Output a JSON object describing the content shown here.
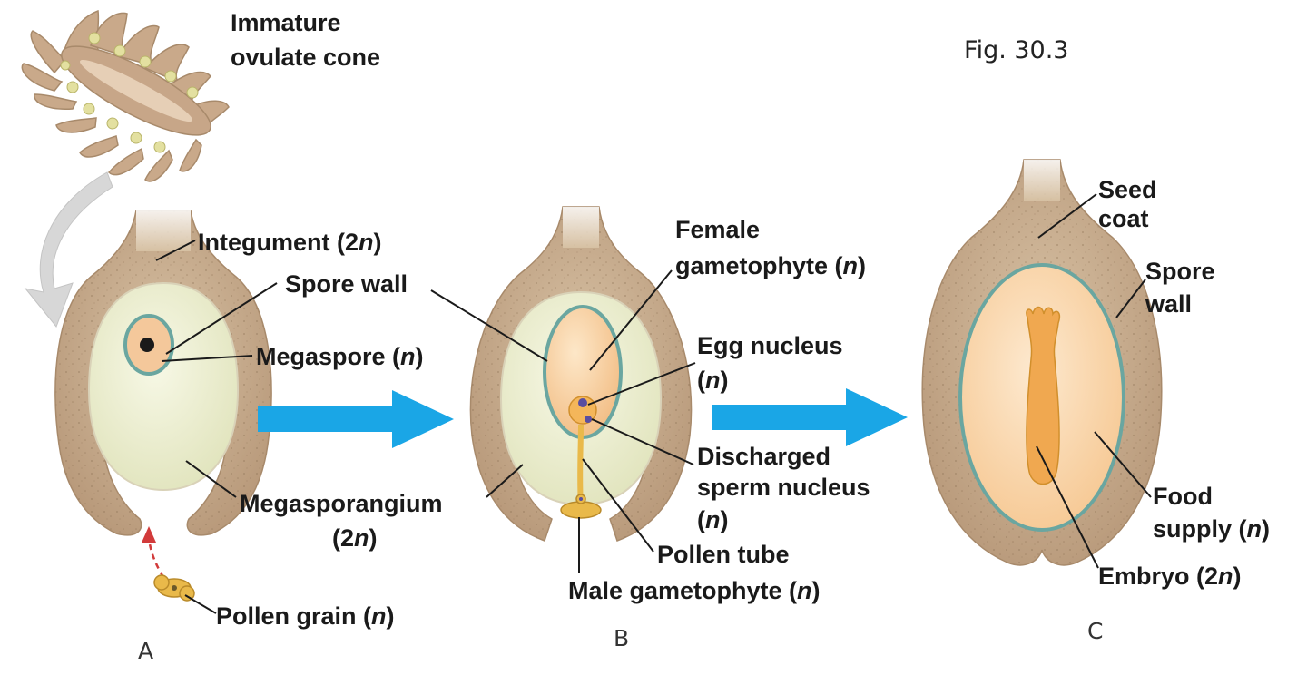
{
  "figure_label": "Fig. 30.3",
  "panels": {
    "a": {
      "letter": "A",
      "cone_label": [
        "Immature",
        "ovulate cone"
      ],
      "integument": {
        "text": "Integument (2",
        "n": "n",
        "close": ")"
      },
      "spore_wall": "Spore wall",
      "megaspore": {
        "text": "Megaspore (",
        "n": "n",
        "close": ")"
      },
      "megasporangium": {
        "line1": "Megasporangium",
        "line2_open": "(2",
        "n": "n",
        "close": ")"
      },
      "pollen_grain": {
        "text": "Pollen grain (",
        "n": "n",
        "close": ")"
      }
    },
    "b": {
      "letter": "B",
      "female_gametophyte": {
        "line1": "Female",
        "line2": "gametophyte (",
        "n": "n",
        "close": ")"
      },
      "egg_nucleus": {
        "line1": "Egg nucleus",
        "open": "(",
        "n": "n",
        "close": ")"
      },
      "discharged_sperm": {
        "line1": "Discharged",
        "line2": "sperm nucleus",
        "open": "(",
        "n": "n",
        "close": ")"
      },
      "pollen_tube": "Pollen tube",
      "male_gametophyte": {
        "text": "Male gametophyte (",
        "n": "n",
        "close": ")"
      }
    },
    "c": {
      "letter": "C",
      "seed_coat": [
        "Seed",
        "coat"
      ],
      "spore_wall": [
        "Spore",
        "wall"
      ],
      "food_supply": {
        "line1": "Food",
        "line2": "supply (",
        "n": "n",
        "close": ")"
      },
      "embryo": {
        "text": "Embryo (2",
        "n": "n",
        "close": ")"
      }
    }
  },
  "colors": {
    "integument": "#c9ad8c",
    "integument_dark": "#b49675",
    "megasporangium": "#eef0d2",
    "spore_wall": "#6aa6a0",
    "gametophyte": "#f6cc9c",
    "embryo": "#f0a850",
    "arrow": "#1aa6e6",
    "pollen": "#e9b94a",
    "pollen_path": "#d23b3b"
  }
}
